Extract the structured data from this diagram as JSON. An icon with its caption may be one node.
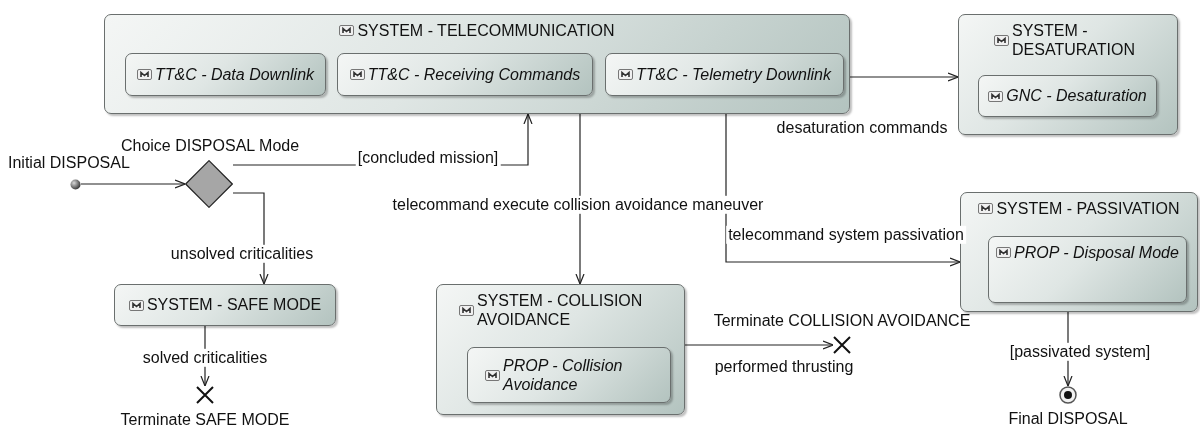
{
  "diagram": {
    "nodes": [
      {
        "text": [
          "SYSTEM - TELECOMMUNICATION"
        ]
      },
      {
        "text": [
          "TT&C - Data Downlink"
        ],
        "in": 0
      },
      {
        "text": [
          "TT&C - Receiving Commands"
        ],
        "in": 0
      },
      {
        "text": [
          "TT&C - Telemetry Downlink"
        ],
        "in": 0
      },
      {
        "text": [
          "SYSTEM - DESATURATION"
        ]
      },
      {
        "text": [
          "GNC - Desaturation"
        ],
        "in": 4
      },
      {
        "text": [],
        "shape": "circle",
        "beside": [
          "Initial DISPOSAL"
        ]
      },
      {
        "text": [],
        "shape": "diamond",
        "beside": [
          "Choice DISPOSAL Mode"
        ]
      },
      {
        "text": [
          "SYSTEM - SAFE MODE"
        ]
      },
      {
        "text": [],
        "shape": "cross",
        "beside": [
          "Terminate SAFE MODE"
        ]
      },
      {
        "text": [
          "SYSTEM - COLLISION AVOIDANCE"
        ]
      },
      {
        "text": [
          "PROP - Collision Avoidance"
        ],
        "in": 10
      },
      {
        "text": [],
        "shape": "cross",
        "beside": [
          "Terminate COLLISION AVOIDANCE"
        ]
      },
      {
        "text": [
          "SYSTEM - PASSIVATION"
        ]
      },
      {
        "text": [
          "PROP - Disposal Mode"
        ],
        "in": 13
      },
      {
        "text": [],
        "shape": "bullseye",
        "beside": [
          "Final DISPOSAL"
        ]
      }
    ],
    "edges": [
      {
        "from": 6,
        "to": 7,
        "arrow": "to"
      },
      {
        "from": 7,
        "to": 0,
        "arrow": "to",
        "label": "[concluded mission]"
      },
      {
        "from": 7,
        "to": 8,
        "arrow": "to",
        "label": "unsolved criticalities"
      },
      {
        "from": 8,
        "to": 9,
        "arrow": "to",
        "label": "solved criticalities"
      },
      {
        "from": 0,
        "to": 10,
        "arrow": "to",
        "label": "telecommand execute collision avoidance maneuver"
      },
      {
        "from": 0,
        "to": 13,
        "arrow": "to",
        "label": "telecommand system passivation"
      },
      {
        "from": 0,
        "to": 4,
        "arrow": "to",
        "label": "desaturation commands"
      },
      {
        "from": 10,
        "to": 12,
        "arrow": "to",
        "label": "performed thrusting"
      },
      {
        "from": 13,
        "to": 15,
        "arrow": "to",
        "label": "[passivated system]"
      }
    ]
  }
}
